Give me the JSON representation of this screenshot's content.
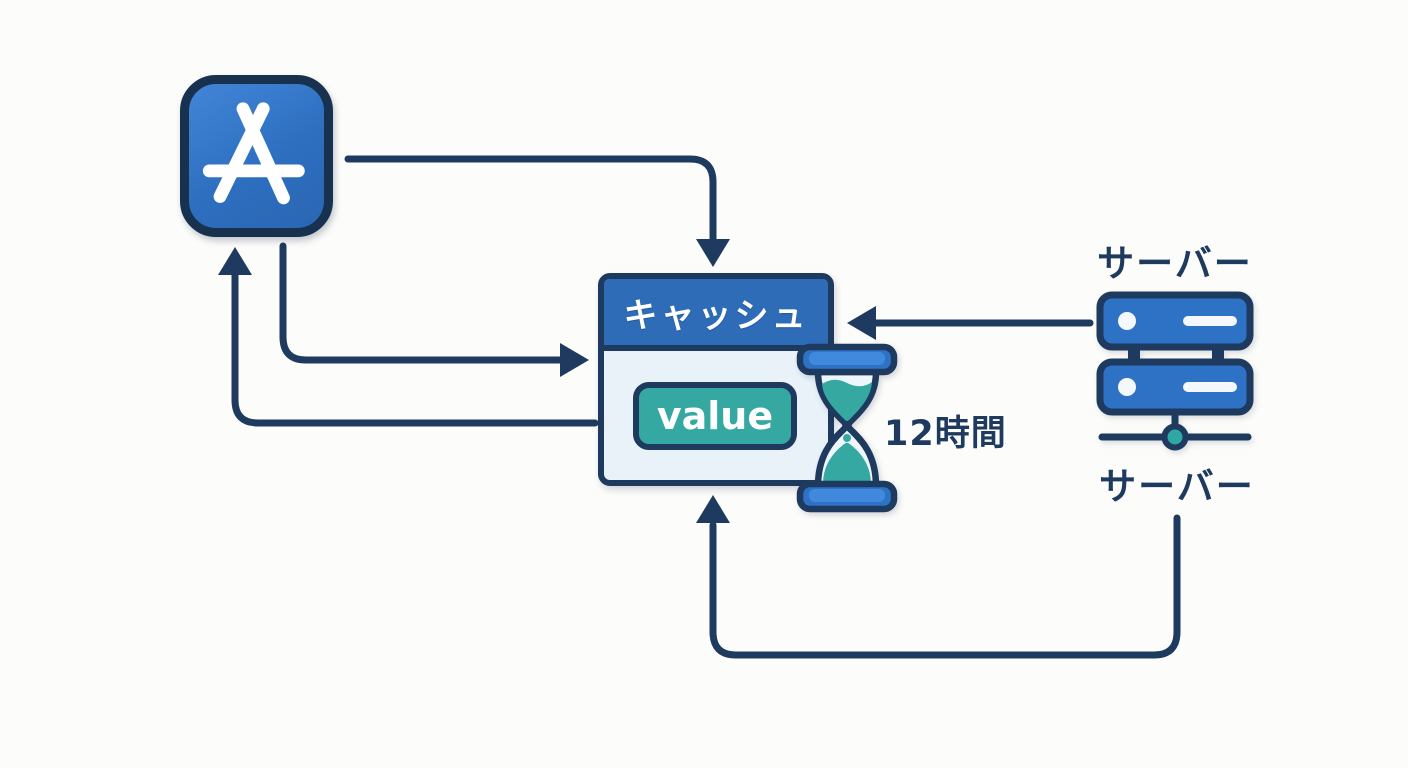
{
  "cache": {
    "title": "キャッシュ",
    "value_label": "value"
  },
  "ttl_label": "12時間",
  "server": {
    "top_label": "サーバー",
    "bottom_label": "サーバー"
  },
  "icons": {
    "app": "app-store-icon",
    "timer": "hourglass-icon",
    "server": "server-icon",
    "network_node": "network-node-icon"
  },
  "colors": {
    "navy": "#1e3a5f",
    "blue": "#2e6fc0",
    "blue-light": "#4189dd",
    "header-blue": "#2e6cb8",
    "teal": "#35a8a2",
    "node-teal": "#2fa8a4",
    "panel": "#e9f2f9",
    "glass": "#eef6fb",
    "background": "#fcfcfa",
    "white": "#ffffff"
  }
}
